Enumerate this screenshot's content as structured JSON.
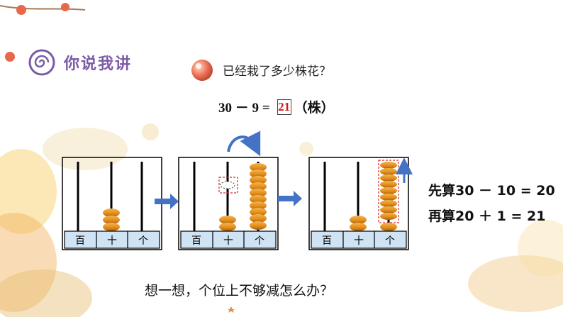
{
  "section": {
    "title": "你说我讲",
    "icon": "spiral-icon"
  },
  "question": "已经栽了多少株花？",
  "equation": {
    "expression": "30 － 9 =",
    "answer": "21",
    "unit": "（株）"
  },
  "abacus_labels": [
    "百",
    "十",
    "个"
  ],
  "abacus_states": [
    {
      "hundreds": 0,
      "tens": 3,
      "ones": 0
    },
    {
      "hundreds": 0,
      "tens": 2,
      "ones": 10
    },
    {
      "hundreds": 0,
      "tens": 2,
      "ones": 1
    }
  ],
  "steps": {
    "first": "先算30 － 10 = 20",
    "second": "再算20 ＋ 1 = 21"
  },
  "prompt": "想一想，个位上不够减怎么办？",
  "colors": {
    "title": "#7b5aa6",
    "bead": "#e08a1a",
    "arrow": "#4472c4",
    "label_box": "#cfe3f5",
    "answer": "#d01818",
    "dashed": "#d62b2b"
  }
}
